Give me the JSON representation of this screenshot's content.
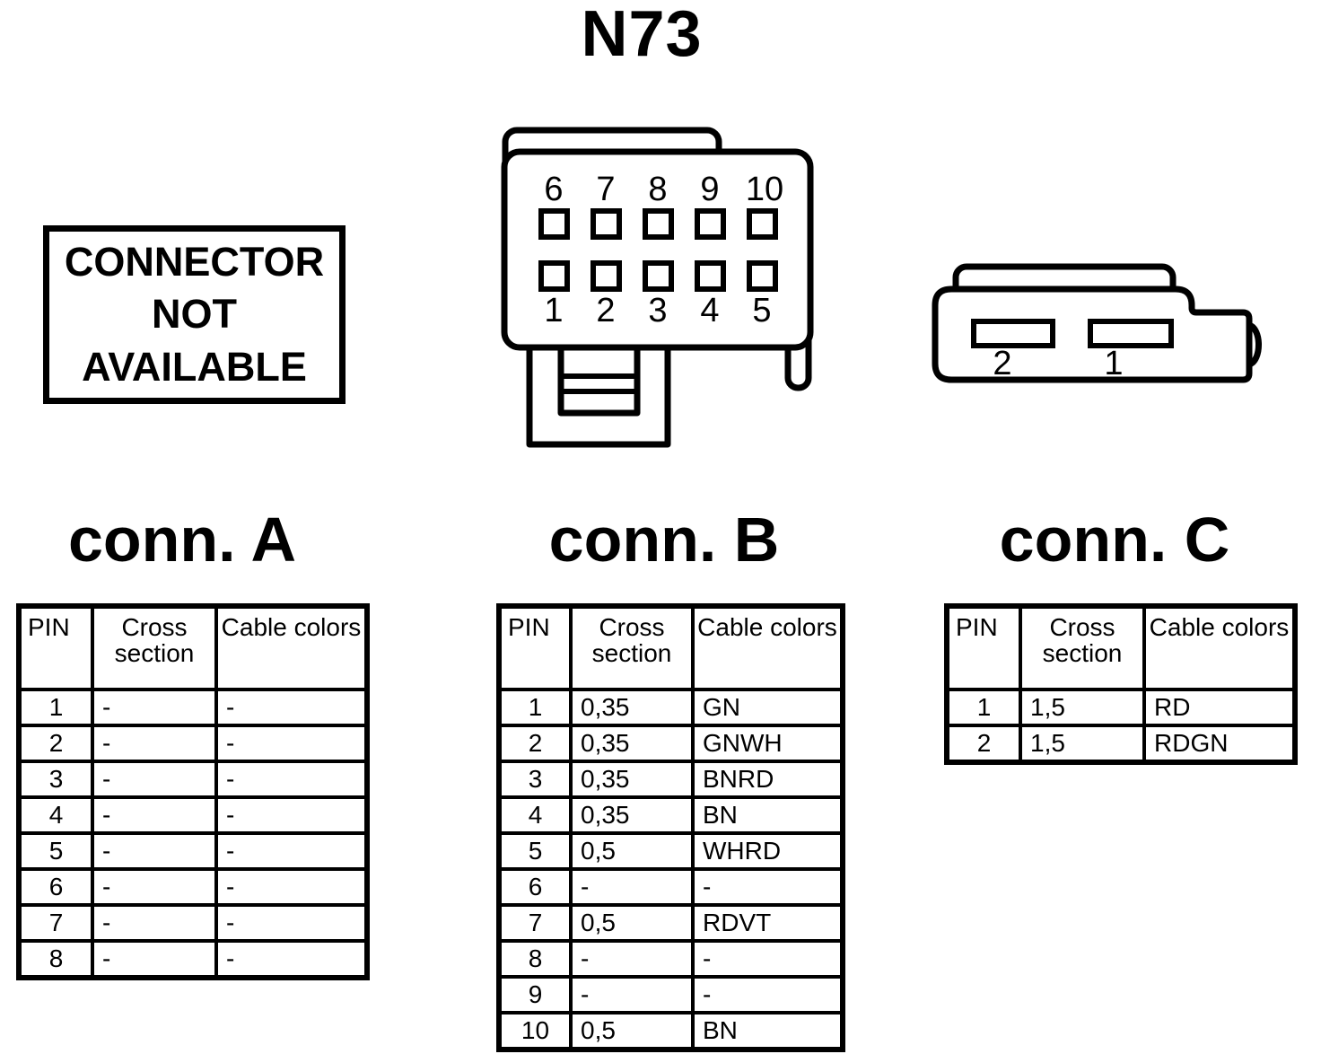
{
  "title": "N73",
  "notice": {
    "lines": [
      "CONNECTOR",
      "NOT",
      "AVAILABLE"
    ]
  },
  "connector_b_diagram": {
    "top_pins": [
      "6",
      "7",
      "8",
      "9",
      "10"
    ],
    "bottom_pins": [
      "1",
      "2",
      "3",
      "4",
      "5"
    ]
  },
  "connector_c_diagram": {
    "pins": [
      "2",
      "1"
    ]
  },
  "tables": [
    {
      "id": "A",
      "title": "conn. A",
      "headers": [
        "PIN",
        "Cross section",
        "Cable colors"
      ],
      "rows": [
        [
          "1",
          "-",
          "-"
        ],
        [
          "2",
          "-",
          "-"
        ],
        [
          "3",
          "-",
          "-"
        ],
        [
          "4",
          "-",
          "-"
        ],
        [
          "5",
          "-",
          "-"
        ],
        [
          "6",
          "-",
          "-"
        ],
        [
          "7",
          "-",
          "-"
        ],
        [
          "8",
          "-",
          "-"
        ]
      ]
    },
    {
      "id": "B",
      "title": "conn. B",
      "headers": [
        "PIN",
        "Cross section",
        "Cable colors"
      ],
      "rows": [
        [
          "1",
          "0,35",
          "GN"
        ],
        [
          "2",
          "0,35",
          "GNWH"
        ],
        [
          "3",
          "0,35",
          "BNRD"
        ],
        [
          "4",
          "0,35",
          "BN"
        ],
        [
          "5",
          "0,5",
          "WHRD"
        ],
        [
          "6",
          "-",
          "-"
        ],
        [
          "7",
          "0,5",
          "RDVT"
        ],
        [
          "8",
          "-",
          "-"
        ],
        [
          "9",
          "-",
          "-"
        ],
        [
          "10",
          "0,5",
          "BN"
        ]
      ]
    },
    {
      "id": "C",
      "title": "conn. C",
      "headers": [
        "PIN",
        "Cross section",
        "Cable colors"
      ],
      "rows": [
        [
          "1",
          "1,5",
          "RD"
        ],
        [
          "2",
          "1,5",
          "RDGN"
        ]
      ]
    }
  ],
  "colors": {
    "ink": "#000000",
    "paper": "#ffffff"
  }
}
